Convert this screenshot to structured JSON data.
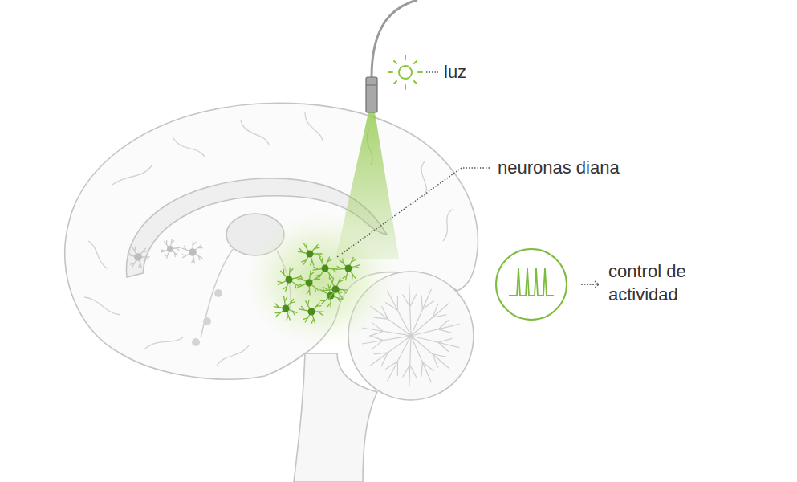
{
  "diagram": {
    "labels": [
      "luz",
      "neuronas diana",
      "control de actividad"
    ]
  }
}
